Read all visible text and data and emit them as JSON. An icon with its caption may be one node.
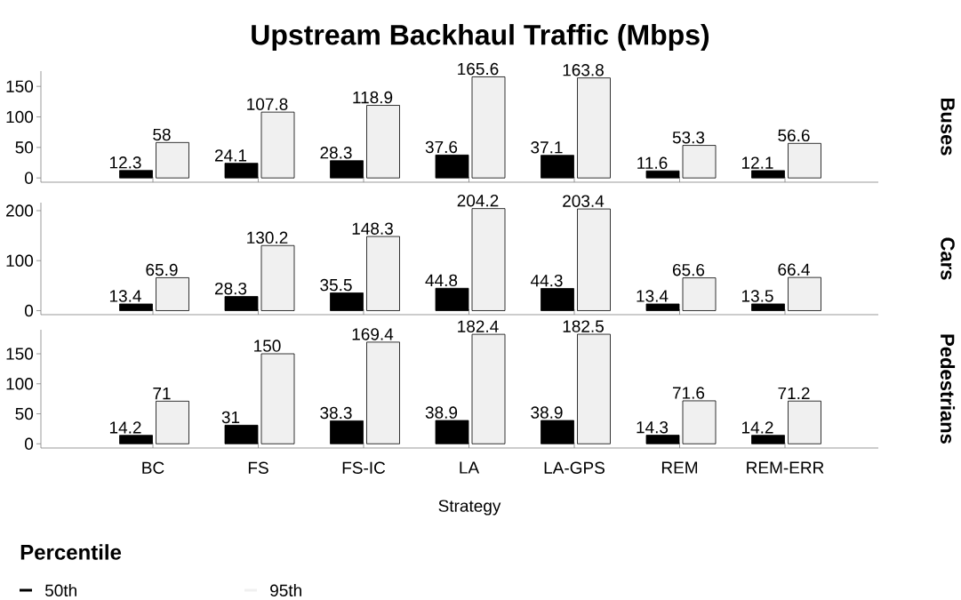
{
  "diagram": {
    "title": "Upstream Backhaul Traffic (Mbps)",
    "chart_data": [
      {
        "type": "bar",
        "data_labels": true,
        "categories": [
          null,
          null,
          null,
          null,
          null,
          null,
          null
        ],
        "ylim": [
          -7,
          175
        ],
        "yticks": [
          0,
          50,
          100,
          150
        ],
        "series": [
          {
            "color": "#000000",
            "values": [
              12.3,
              24.1,
              28.3,
              37.6,
              37.1,
              11.6,
              12.1
            ]
          },
          {
            "color": "#f0f0f0",
            "values": [
              58,
              107.8,
              118.9,
              165.6,
              163.8,
              53.3,
              56.6
            ]
          }
        ]
      },
      {
        "type": "bar",
        "data_labels": true,
        "categories": [
          null,
          null,
          null,
          null,
          null,
          null,
          null
        ],
        "ylim": [
          -8,
          216
        ],
        "yticks": [
          0,
          100,
          200
        ],
        "series": [
          {
            "color": "#000000",
            "values": [
              13.4,
              28.3,
              35.5,
              44.8,
              44.3,
              13.4,
              13.5
            ]
          },
          {
            "color": "#f0f0f0",
            "values": [
              65.9,
              130.2,
              148.3,
              204.2,
              203.4,
              65.6,
              66.4
            ]
          }
        ]
      },
      {
        "type": "bar",
        "xlabel": "Strategy",
        "data_labels": true,
        "categories": [
          "BC",
          "FS",
          "FS-IC",
          "LA",
          "LA-GPS",
          "REM",
          "REM-ERR"
        ],
        "ylim": [
          -7,
          190
        ],
        "yticks": [
          0,
          50,
          100,
          150
        ],
        "series": [
          {
            "color": "#000000",
            "values": [
              14.2,
              31,
              38.3,
              38.9,
              38.9,
              14.3,
              14.2
            ]
          },
          {
            "color": "#f0f0f0",
            "values": [
              71,
              150,
              169.4,
              182.4,
              182.5,
              71.6,
              71.2
            ]
          }
        ]
      }
    ],
    "labels": [
      "Buses",
      "Cars",
      "Pedestrians",
      "Percentile"
    ],
    "legend": [
      {
        "text": "50th",
        "color": "#000000"
      },
      {
        "text": "95th",
        "color": "#f0f0f0"
      }
    ]
  }
}
